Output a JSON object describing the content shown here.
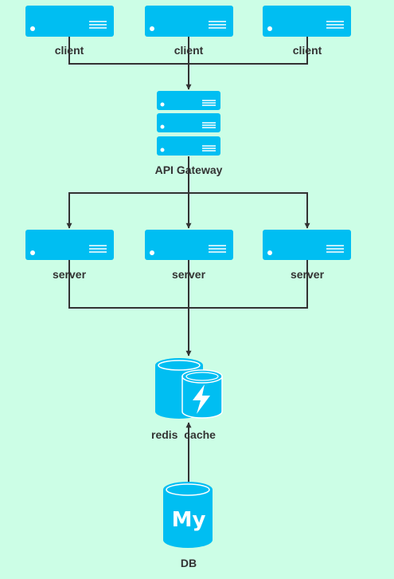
{
  "colors": {
    "background": "#ccfee6",
    "node": "#00bef2",
    "node_detail": "#ffffff",
    "line": "#333333",
    "text": "#333333"
  },
  "clients": [
    {
      "label": "client"
    },
    {
      "label": "client"
    },
    {
      "label": "client"
    }
  ],
  "gateway": {
    "label": "API Gateway"
  },
  "servers": [
    {
      "label": "server"
    },
    {
      "label": "server"
    },
    {
      "label": "server"
    }
  ],
  "cache": {
    "label": "redis  cache",
    "icon": "lightning-bolt-icon"
  },
  "db": {
    "label": "DB",
    "logo": "My"
  }
}
